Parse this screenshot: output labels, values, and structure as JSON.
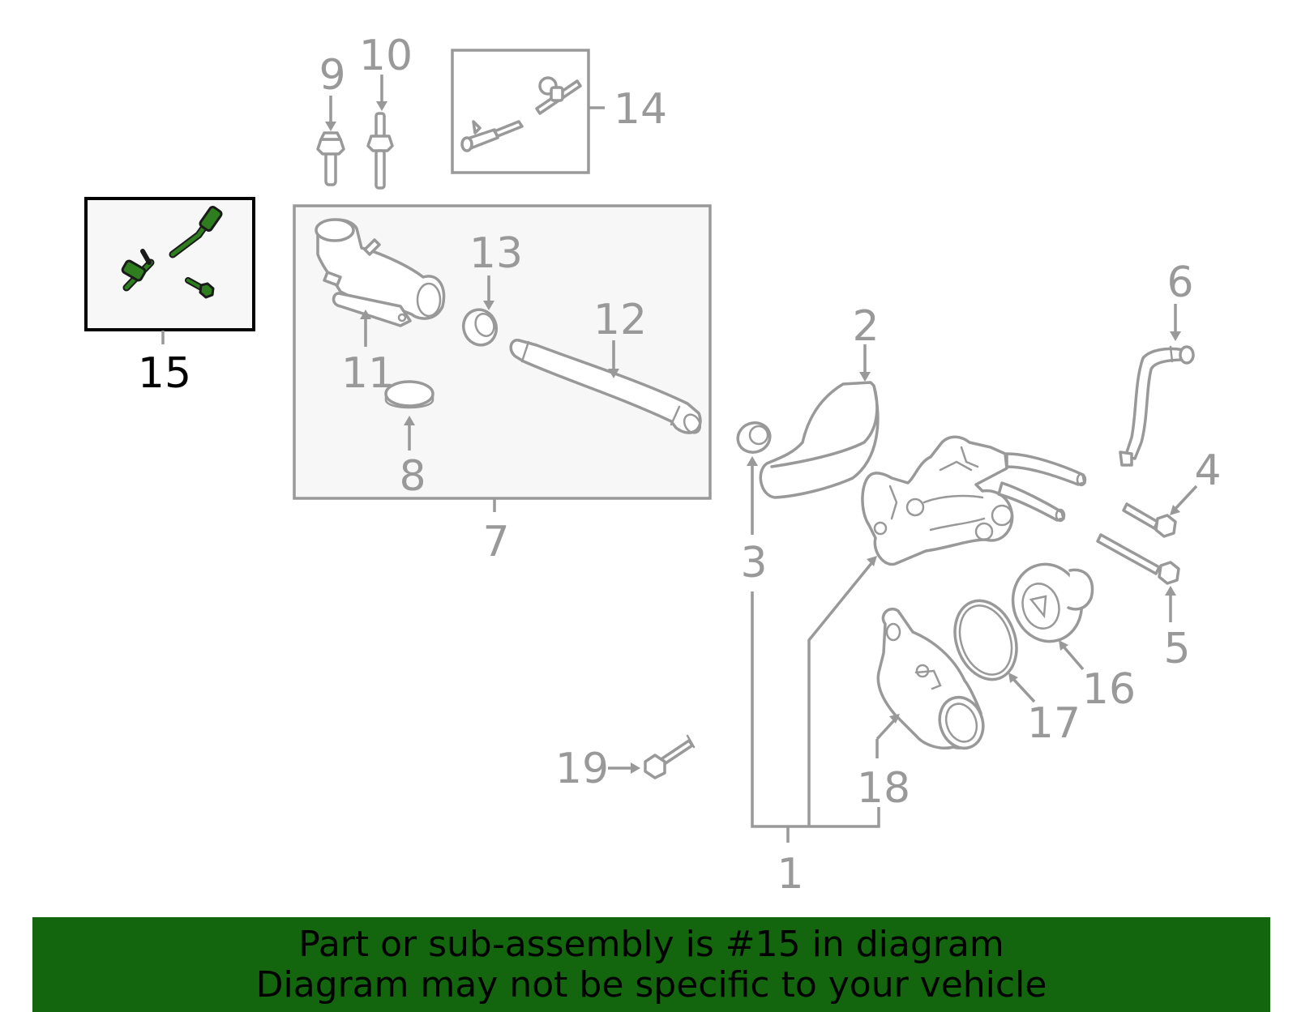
{
  "diagram": {
    "selected_callout": "15",
    "callouts": {
      "c1": "1",
      "c2": "2",
      "c3": "3",
      "c4": "4",
      "c5": "5",
      "c6": "6",
      "c7": "7",
      "c8": "8",
      "c9": "9",
      "c10": "10",
      "c11": "11",
      "c12": "12",
      "c13": "13",
      "c14": "14",
      "c15": "15",
      "c16": "16",
      "c17": "17",
      "c18": "18",
      "c19": "19"
    },
    "colors": {
      "line": "#999999",
      "highlight_part": "#2e7d1e",
      "banner_bg": "#13650e"
    }
  },
  "banner": {
    "line1": "Part or sub-assembly is #15 in diagram",
    "line2": "Diagram may not be specific to your vehicle"
  }
}
